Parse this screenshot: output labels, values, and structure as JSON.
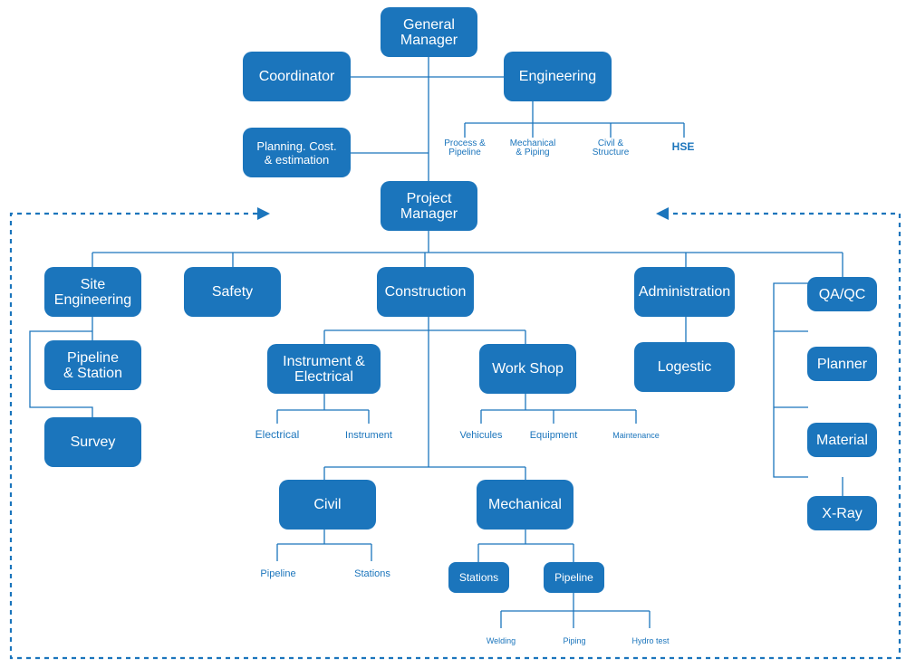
{
  "colors": {
    "accent": "#1b75bc",
    "text_on_box": "#ffffff",
    "background": "#ffffff"
  },
  "nodes": {
    "general_manager": "General\nManager",
    "coordinator": "Coordinator",
    "engineering": "Engineering",
    "planning": "Planning. Cost.\n& estimation",
    "project_manager": "Project\nManager",
    "site_engineering": "Site\nEngineering",
    "safety": "Safety",
    "construction": "Construction",
    "administration": "Administration",
    "qa_qc": "QA/QC",
    "pipeline_station": "Pipeline\n& Station",
    "survey": "Survey",
    "instrument_electrical": "Instrument &\nElectrical",
    "work_shop": "Work Shop",
    "logestic": "Logestic",
    "planner": "Planner",
    "material": "Material",
    "x_ray": "X-Ray",
    "civil": "Civil",
    "mechanical": "Mechanical",
    "stations_mech": "Stations",
    "pipeline_mech": "Pipeline"
  },
  "labels": {
    "process_pipeline": "Process &\nPipeline",
    "mechanical_piping": "Mechanical\n& Piping",
    "civil_structure": "Civil &\nStructure",
    "hse": "HSE",
    "electrical": "Electrical",
    "instrument": "Instrument",
    "vehicules": "Vehicules",
    "equipment": "Equipment",
    "maintenance": "Maintenance",
    "civil_pipeline": "Pipeline",
    "civil_stations": "Stations",
    "welding": "Welding",
    "piping": "Piping",
    "hydro_test": "Hydro test"
  }
}
